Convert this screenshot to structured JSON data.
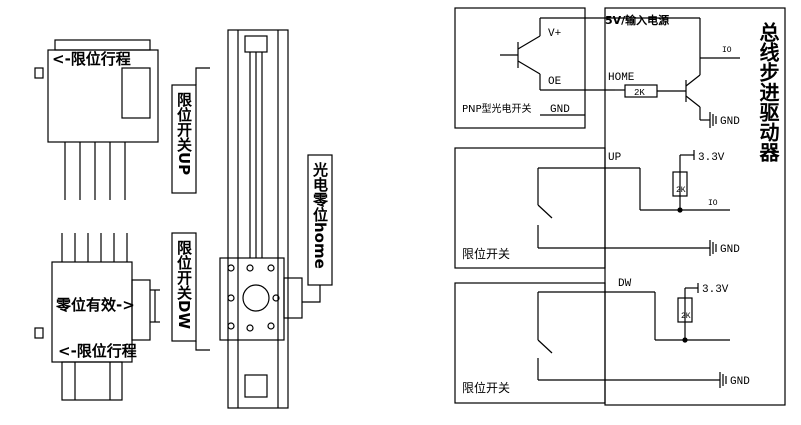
{
  "left": {
    "limit_travel_top": "<-限位行程",
    "limit_travel_bottom": "<-限位行程",
    "zero_valid": "零位有效->",
    "limit_switch_up": "限位开关UP",
    "limit_switch_dw": "限位开关DW",
    "photo_zero_home": "光电零位home"
  },
  "right": {
    "supply": "5V/输入电源",
    "driver_title": "总线步进驱动器",
    "pnp_label": "PNP型光电开关",
    "vplus": "V+",
    "oe": "OE",
    "gnd_left": "GND",
    "home": "HOME",
    "resistor_home": "2K",
    "io_home": "IO",
    "gnd1": "GND",
    "up": "UP",
    "v33_up": "3.3V",
    "resistor_up": "2K",
    "io_up": "IO",
    "switch_label_up": "限位开关",
    "gnd2": "GND",
    "dw": "DW",
    "v33_dw": "3.3V",
    "resistor_dw": "2K",
    "switch_label_dw": "限位开关",
    "gnd3": "GND"
  }
}
